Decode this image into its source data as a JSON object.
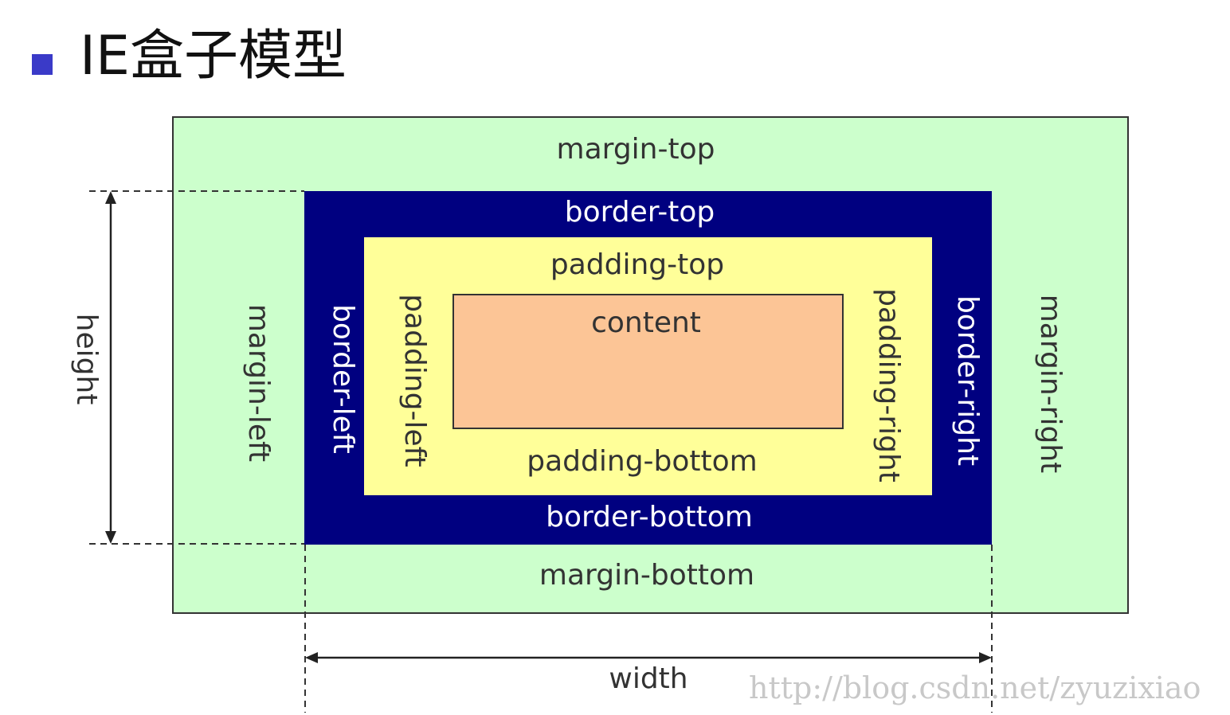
{
  "title": "IE盒子模型",
  "diagram": {
    "margin_top": "margin-top",
    "margin_bottom": "margin-bottom",
    "margin_left": "margin-left",
    "margin_right": "margin-right",
    "border_top": "border-top",
    "border_bottom": "border-bottom",
    "border_left": "border-left",
    "border_right": "border-right",
    "padding_top": "padding-top",
    "padding_bottom": "padding-bottom",
    "padding_left": "padding-left",
    "padding_right": "padding-right",
    "content": "content",
    "height": "height",
    "width": "width"
  },
  "colors": {
    "margin": "#ccffcc",
    "border": "#000080",
    "padding": "#ffff99",
    "content": "#fcc596",
    "bullet": "#3a3ac8"
  },
  "watermark": "http://blog.csdn.net/zyuzixiao"
}
